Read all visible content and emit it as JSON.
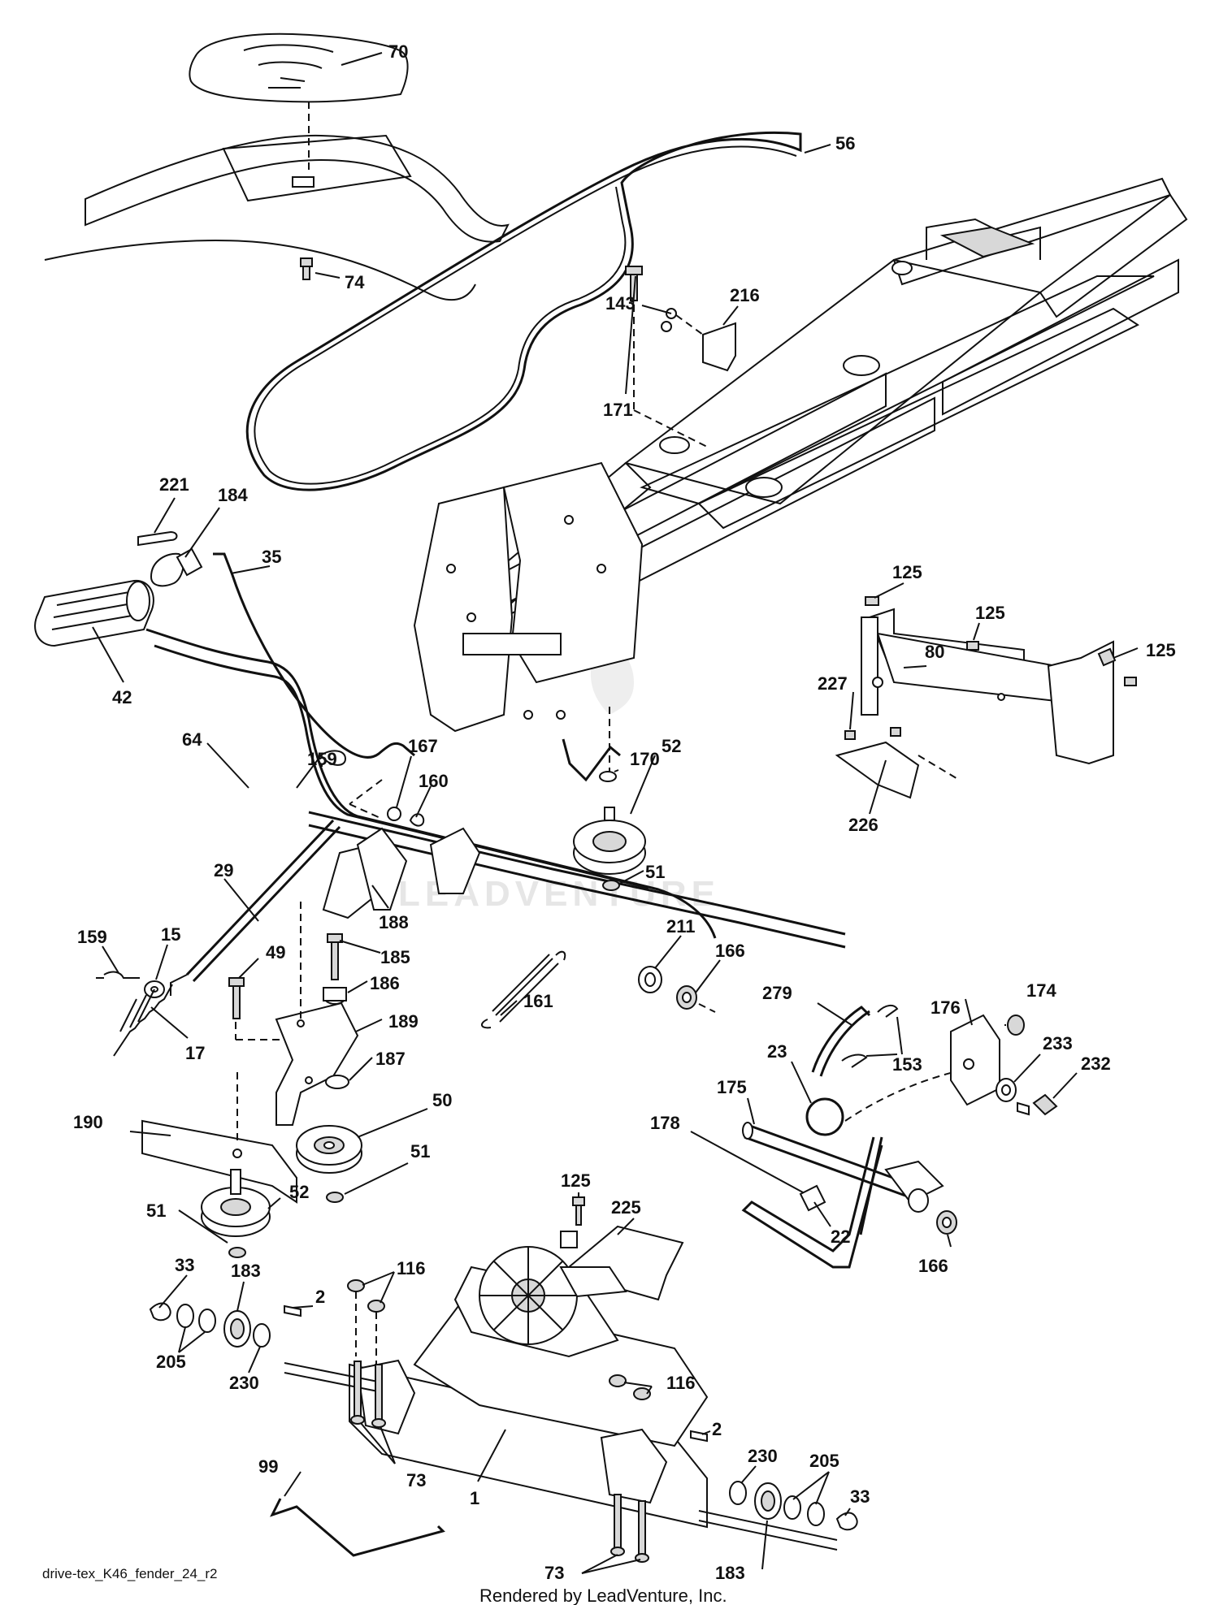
{
  "labels": {
    "l70": "70",
    "l56": "56",
    "l74": "74",
    "l143": "143",
    "l216": "216",
    "l171": "171",
    "l221": "221",
    "l184": "184",
    "l35": "35",
    "l42": "42",
    "l125a": "125",
    "l125b": "125",
    "l125c": "125",
    "l80": "80",
    "l227": "227",
    "l226": "226",
    "l64": "64",
    "l159a": "159",
    "l167": "167",
    "l160": "160",
    "l170": "170",
    "l52a": "52",
    "l51a": "51",
    "l29": "29",
    "l188": "188",
    "l211": "211",
    "l166a": "166",
    "l159b": "159",
    "l15": "15",
    "l49": "49",
    "l185": "185",
    "l186": "186",
    "l161": "161",
    "l189": "189",
    "l17": "17",
    "l187": "187",
    "l279": "279",
    "l174": "174",
    "l176": "176",
    "l153": "153",
    "l233": "233",
    "l232": "232",
    "l23": "23",
    "l175": "175",
    "l178": "178",
    "l50": "50",
    "l190": "190",
    "l51b": "51",
    "l51c": "51",
    "l52b": "52",
    "l125d": "125",
    "l225": "225",
    "l22": "22",
    "l166b": "166",
    "l33a": "33",
    "l183a": "183",
    "l116a": "116",
    "l2a": "2",
    "l205a": "205",
    "l230a": "230",
    "l116b": "116",
    "l2b": "2",
    "l99": "99",
    "l73a": "73",
    "l1": "1",
    "l230b": "230",
    "l205b": "205",
    "l33b": "33",
    "l73b": "73",
    "l183b": "183"
  },
  "footer": {
    "diagram_id": "drive-tex_K46_fender_24_r2",
    "credit": "Rendered by LeadVenture, Inc."
  },
  "watermark": {
    "text": "LEADVENTURE"
  }
}
